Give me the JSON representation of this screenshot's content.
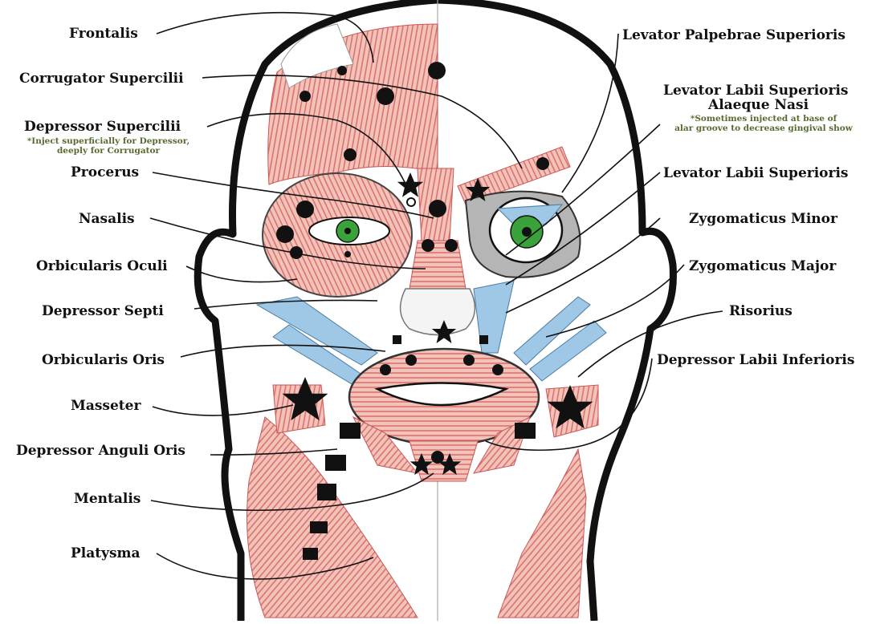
{
  "left_labels": [
    {
      "id": "frontalis",
      "text": "Frontalis"
    },
    {
      "id": "corrugator",
      "text": "Corrugator Supercilii"
    },
    {
      "id": "depressor-supercilii",
      "text": "Depressor Supercilii"
    },
    {
      "id": "procerus",
      "text": "Procerus"
    },
    {
      "id": "nasalis",
      "text": "Nasalis"
    },
    {
      "id": "orbicularis-oculi",
      "text": "Orbicularis Oculi"
    },
    {
      "id": "depressor-septi",
      "text": "Depressor Septi"
    },
    {
      "id": "orbicularis-oris",
      "text": "Orbicularis Oris"
    },
    {
      "id": "masseter",
      "text": "Masseter"
    },
    {
      "id": "depressor-anguli-oris",
      "text": "Depressor Anguli Oris"
    },
    {
      "id": "mentalis",
      "text": "Mentalis"
    },
    {
      "id": "platysma",
      "text": "Platysma"
    }
  ],
  "right_labels": [
    {
      "id": "levator-palpebrae",
      "text": "Levator Palpebrae Superioris"
    },
    {
      "id": "llsan-line1",
      "text": "Levator Labii Superioris"
    },
    {
      "id": "llsan-line2",
      "text": "Alaeque Nasi"
    },
    {
      "id": "levator-labii",
      "text": "Levator Labii Superioris"
    },
    {
      "id": "zygomaticus-minor",
      "text": "Zygomaticus Minor"
    },
    {
      "id": "zygomaticus-major",
      "text": "Zygomaticus Major"
    },
    {
      "id": "risorius",
      "text": "Risorius"
    },
    {
      "id": "depressor-labii",
      "text": "Depressor Labii Inferioris"
    }
  ],
  "notes": {
    "depressor_note_line1": "*Inject superficially for Depressor,",
    "depressor_note_line2": "deeply for Corrugator",
    "llsan_note_line1": "*Sometimes injected at base of",
    "llsan_note_line2": "alar groove to decrease gingival show"
  },
  "colors": {
    "outline": "#111111",
    "muscle_red": "#d9766e",
    "muscle_fill": "#f0b4ac",
    "tendon_blue": "#9fc7e6",
    "iris_green": "#3aa23a",
    "orbit_gray": "#9a9a9a",
    "note_green": "#556b2f"
  },
  "legend_symbols": [
    "filled-circle",
    "filled-star",
    "filled-square"
  ]
}
